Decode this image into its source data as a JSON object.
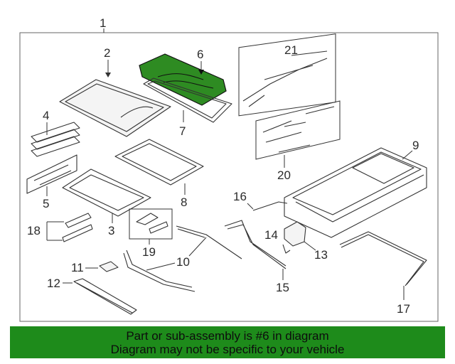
{
  "diagram": {
    "callouts": {
      "c1": "1",
      "c2": "2",
      "c3": "3",
      "c4": "4",
      "c5": "5",
      "c6": "6",
      "c7": "7",
      "c8": "8",
      "c9": "9",
      "c10": "10",
      "c11": "11",
      "c12": "12",
      "c13": "13",
      "c14": "14",
      "c15": "15",
      "c16": "16",
      "c17": "17",
      "c18": "18",
      "c19": "19",
      "c20": "20",
      "c21": "21"
    },
    "highlighted_part": "6",
    "highlight_color": "#2e8b22"
  },
  "banner": {
    "line1": "Part or sub-assembly is #6 in diagram",
    "line2": "Diagram may not be specific to your vehicle",
    "background_color": "#1e8b1b"
  }
}
